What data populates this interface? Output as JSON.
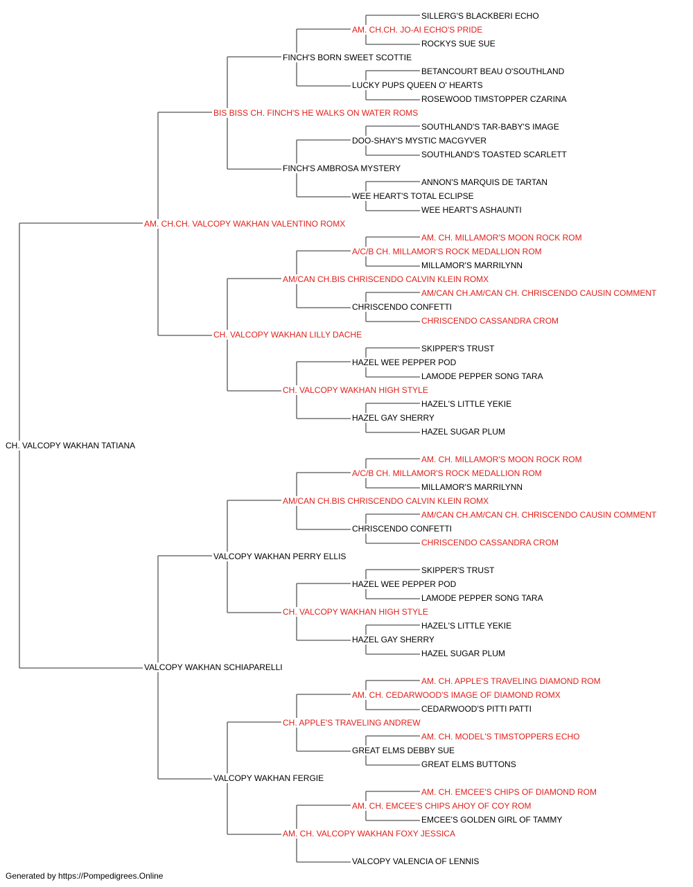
{
  "colors": {
    "champion": "#e0201b",
    "regular": "#000000",
    "line": "#555555"
  },
  "footer": "Generated by https://Pompedigrees.Online",
  "pedigree": [
    {
      "id": "d0",
      "gen": 0,
      "name": "CH. VALCOPY WAKHAN TATIANA",
      "champion": false
    },
    {
      "id": "d1a",
      "gen": 1,
      "name": "AM. CH.CH. VALCOPY WAKHAN VALENTINO ROMX",
      "champion": true
    },
    {
      "id": "d1b",
      "gen": 1,
      "name": "VALCOPY WAKHAN SCHIAPARELLI",
      "champion": false
    },
    {
      "id": "d2a",
      "gen": 2,
      "name": "BIS BISS CH. FINCH'S HE WALKS ON WATER ROMS",
      "champion": true
    },
    {
      "id": "d2b",
      "gen": 2,
      "name": "CH. VALCOPY WAKHAN LILLY DACHE",
      "champion": true
    },
    {
      "id": "d2c",
      "gen": 2,
      "name": "VALCOPY WAKHAN PERRY ELLIS",
      "champion": false
    },
    {
      "id": "d2d",
      "gen": 2,
      "name": "VALCOPY WAKHAN FERGIE",
      "champion": false
    },
    {
      "id": "d3a",
      "gen": 3,
      "name": "FINCH'S BORN SWEET SCOTTIE",
      "champion": false
    },
    {
      "id": "d3b",
      "gen": 3,
      "name": "FINCH'S AMBROSA MYSTERY",
      "champion": false
    },
    {
      "id": "d3c",
      "gen": 3,
      "name": "AM/CAN CH.BIS CHRISCENDO CALVIN KLEIN ROMX",
      "champion": true
    },
    {
      "id": "d3d",
      "gen": 3,
      "name": "CH. VALCOPY WAKHAN HIGH STYLE",
      "champion": true
    },
    {
      "id": "d3e",
      "gen": 3,
      "name": "AM/CAN CH.BIS CHRISCENDO CALVIN KLEIN ROMX",
      "champion": true
    },
    {
      "id": "d3f",
      "gen": 3,
      "name": "CH. VALCOPY WAKHAN HIGH STYLE",
      "champion": true
    },
    {
      "id": "d3g",
      "gen": 3,
      "name": "CH. APPLE'S TRAVELING ANDREW",
      "champion": true
    },
    {
      "id": "d3h",
      "gen": 3,
      "name": "AM. CH. VALCOPY WAKHAN FOXY JESSICA",
      "champion": true
    },
    {
      "id": "d4a",
      "gen": 4,
      "name": "AM. CH.CH. JO-AI ECHO'S PRIDE",
      "champion": true
    },
    {
      "id": "d4b",
      "gen": 4,
      "name": "LUCKY PUPS QUEEN O' HEARTS",
      "champion": false
    },
    {
      "id": "d4c",
      "gen": 4,
      "name": "DOO-SHAY'S MYSTIC MACGYVER",
      "champion": false
    },
    {
      "id": "d4d",
      "gen": 4,
      "name": "WEE HEART'S TOTAL ECLIPSE",
      "champion": false
    },
    {
      "id": "d4e",
      "gen": 4,
      "name": "A/C/B CH. MILLAMOR'S ROCK MEDALLION ROM",
      "champion": true
    },
    {
      "id": "d4f",
      "gen": 4,
      "name": "CHRISCENDO CONFETTI",
      "champion": false
    },
    {
      "id": "d4g",
      "gen": 4,
      "name": "HAZEL WEE PEPPER POD",
      "champion": false
    },
    {
      "id": "d4h",
      "gen": 4,
      "name": "HAZEL GAY SHERRY",
      "champion": false
    },
    {
      "id": "d4i",
      "gen": 4,
      "name": "A/C/B CH. MILLAMOR'S ROCK MEDALLION ROM",
      "champion": true
    },
    {
      "id": "d4j",
      "gen": 4,
      "name": "CHRISCENDO CONFETTI",
      "champion": false
    },
    {
      "id": "d4k",
      "gen": 4,
      "name": "HAZEL WEE PEPPER POD",
      "champion": false
    },
    {
      "id": "d4l",
      "gen": 4,
      "name": "HAZEL GAY SHERRY",
      "champion": false
    },
    {
      "id": "d4m",
      "gen": 4,
      "name": "AM. CH. CEDARWOOD'S IMAGE OF DIAMOND ROMX",
      "champion": true
    },
    {
      "id": "d4n",
      "gen": 4,
      "name": "GREAT ELMS DEBBY SUE",
      "champion": false
    },
    {
      "id": "d4o",
      "gen": 4,
      "name": "AM. CH. EMCEE'S CHIPS AHOY OF COY ROM",
      "champion": true
    },
    {
      "id": "d4p",
      "gen": 4,
      "name": "VALCOPY VALENCIA OF LENNIS",
      "champion": false
    },
    {
      "id": "d5a",
      "gen": 5,
      "name": "SILLERG'S BLACKBERI ECHO",
      "champion": false
    },
    {
      "id": "d5b",
      "gen": 5,
      "name": "ROCKYS SUE SUE",
      "champion": false
    },
    {
      "id": "d5c",
      "gen": 5,
      "name": "BETANCOURT BEAU O'SOUTHLAND",
      "champion": false
    },
    {
      "id": "d5d",
      "gen": 5,
      "name": "ROSEWOOD TIMSTOPPER CZARINA",
      "champion": false
    },
    {
      "id": "d5e",
      "gen": 5,
      "name": "SOUTHLAND'S TAR-BABY'S IMAGE",
      "champion": false
    },
    {
      "id": "d5f",
      "gen": 5,
      "name": "SOUTHLAND'S TOASTED SCARLETT",
      "champion": false
    },
    {
      "id": "d5g",
      "gen": 5,
      "name": "ANNON'S MARQUIS DE TARTAN",
      "champion": false
    },
    {
      "id": "d5h",
      "gen": 5,
      "name": "WEE HEART'S ASHAUNTI",
      "champion": false
    },
    {
      "id": "d5i",
      "gen": 5,
      "name": "AM. CH. MILLAMOR'S MOON ROCK ROM",
      "champion": true
    },
    {
      "id": "d5j",
      "gen": 5,
      "name": "MILLAMOR'S MARRILYNN",
      "champion": false
    },
    {
      "id": "d5k",
      "gen": 5,
      "name": "AM/CAN CH.AM/CAN CH. CHRISCENDO CAUSIN COMMENT",
      "champion": true
    },
    {
      "id": "d5l",
      "gen": 5,
      "name": "CHRISCENDO CASSANDRA CROM",
      "champion": true
    },
    {
      "id": "d5m",
      "gen": 5,
      "name": "SKIPPER'S TRUST",
      "champion": false
    },
    {
      "id": "d5n",
      "gen": 5,
      "name": "LAMODE PEPPER SONG TARA",
      "champion": false
    },
    {
      "id": "d5o",
      "gen": 5,
      "name": "HAZEL'S LITTLE YEKIE",
      "champion": false
    },
    {
      "id": "d5p",
      "gen": 5,
      "name": "HAZEL SUGAR PLUM",
      "champion": false
    },
    {
      "id": "d5q",
      "gen": 5,
      "name": "AM. CH. MILLAMOR'S MOON ROCK ROM",
      "champion": true
    },
    {
      "id": "d5r",
      "gen": 5,
      "name": "MILLAMOR'S MARRILYNN",
      "champion": false
    },
    {
      "id": "d5s",
      "gen": 5,
      "name": "AM/CAN CH.AM/CAN CH. CHRISCENDO CAUSIN COMMENT",
      "champion": true
    },
    {
      "id": "d5t",
      "gen": 5,
      "name": "CHRISCENDO CASSANDRA CROM",
      "champion": true
    },
    {
      "id": "d5u",
      "gen": 5,
      "name": "SKIPPER'S TRUST",
      "champion": false
    },
    {
      "id": "d5v",
      "gen": 5,
      "name": "LAMODE PEPPER SONG TARA",
      "champion": false
    },
    {
      "id": "d5w",
      "gen": 5,
      "name": "HAZEL'S LITTLE YEKIE",
      "champion": false
    },
    {
      "id": "d5x",
      "gen": 5,
      "name": "HAZEL SUGAR PLUM",
      "champion": false
    },
    {
      "id": "d5y",
      "gen": 5,
      "name": "AM. CH. APPLE'S TRAVELING DIAMOND ROM",
      "champion": true
    },
    {
      "id": "d5z",
      "gen": 5,
      "name": "CEDARWOOD'S PITTI PATTI",
      "champion": false
    },
    {
      "id": "d5aa",
      "gen": 5,
      "name": "AM. CH. MODEL'S TIMSTOPPERS ECHO",
      "champion": true
    },
    {
      "id": "d5ab",
      "gen": 5,
      "name": "GREAT ELMS BUTTONS",
      "champion": false
    },
    {
      "id": "d5ac",
      "gen": 5,
      "name": "AM. CH. EMCEE'S CHIPS OF DIAMOND ROM",
      "champion": true
    },
    {
      "id": "d5ad",
      "gen": 5,
      "name": "EMCEE'S GOLDEN GIRL OF TAMMY",
      "champion": false
    }
  ]
}
